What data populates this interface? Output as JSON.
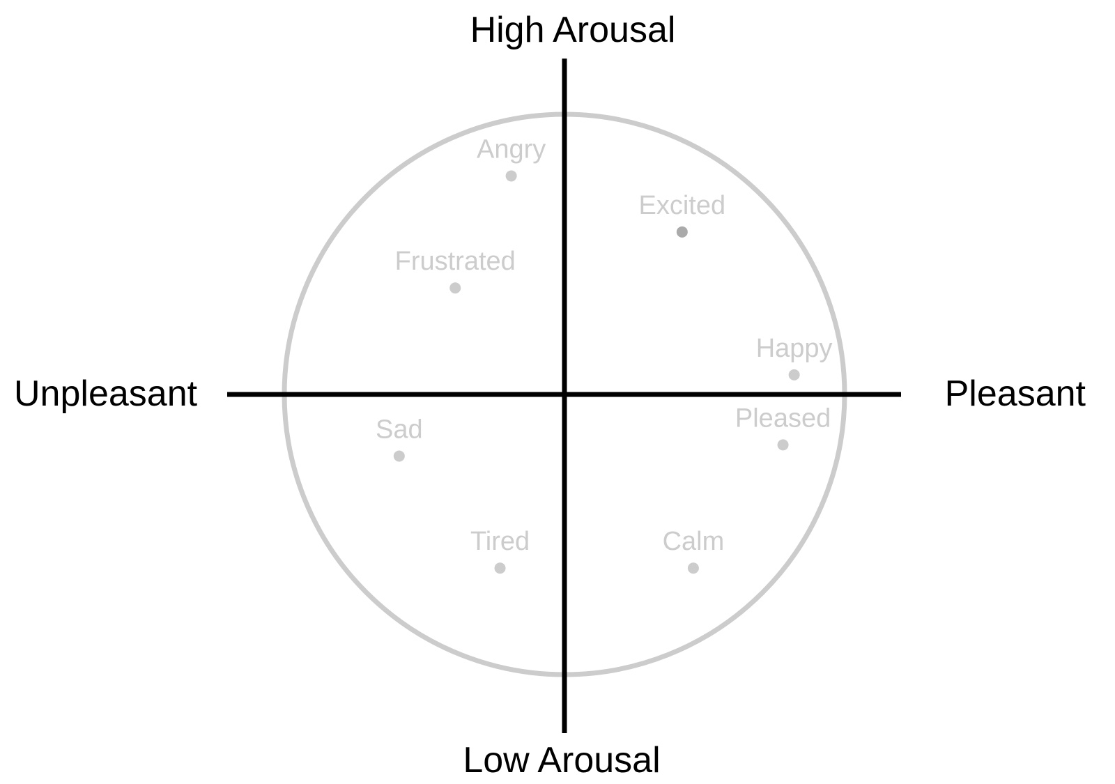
{
  "axes": {
    "top_label": "High Arousal",
    "bottom_label": "Low Arousal",
    "left_label": "Unpleasant",
    "right_label": "Pleasant",
    "line_color": "#000000",
    "circle_color": "#cccccc"
  },
  "emotions": [
    {
      "label": "Angry",
      "valence": -0.19,
      "arousal": 0.78,
      "color": "#cccccc"
    },
    {
      "label": "Excited",
      "valence": 0.42,
      "arousal": 0.58,
      "color": "#aaaaaa"
    },
    {
      "label": "Frustrated",
      "valence": -0.39,
      "arousal": 0.38,
      "color": "#cccccc"
    },
    {
      "label": "Happy",
      "valence": 0.82,
      "arousal": 0.07,
      "color": "#cccccc"
    },
    {
      "label": "Pleased",
      "valence": 0.78,
      "arousal": -0.18,
      "color": "#cccccc"
    },
    {
      "label": "Sad",
      "valence": -0.59,
      "arousal": -0.22,
      "color": "#cccccc"
    },
    {
      "label": "Tired",
      "valence": -0.23,
      "arousal": -0.62,
      "color": "#cccccc"
    },
    {
      "label": "Calm",
      "valence": 0.46,
      "arousal": -0.62,
      "color": "#cccccc"
    }
  ]
}
